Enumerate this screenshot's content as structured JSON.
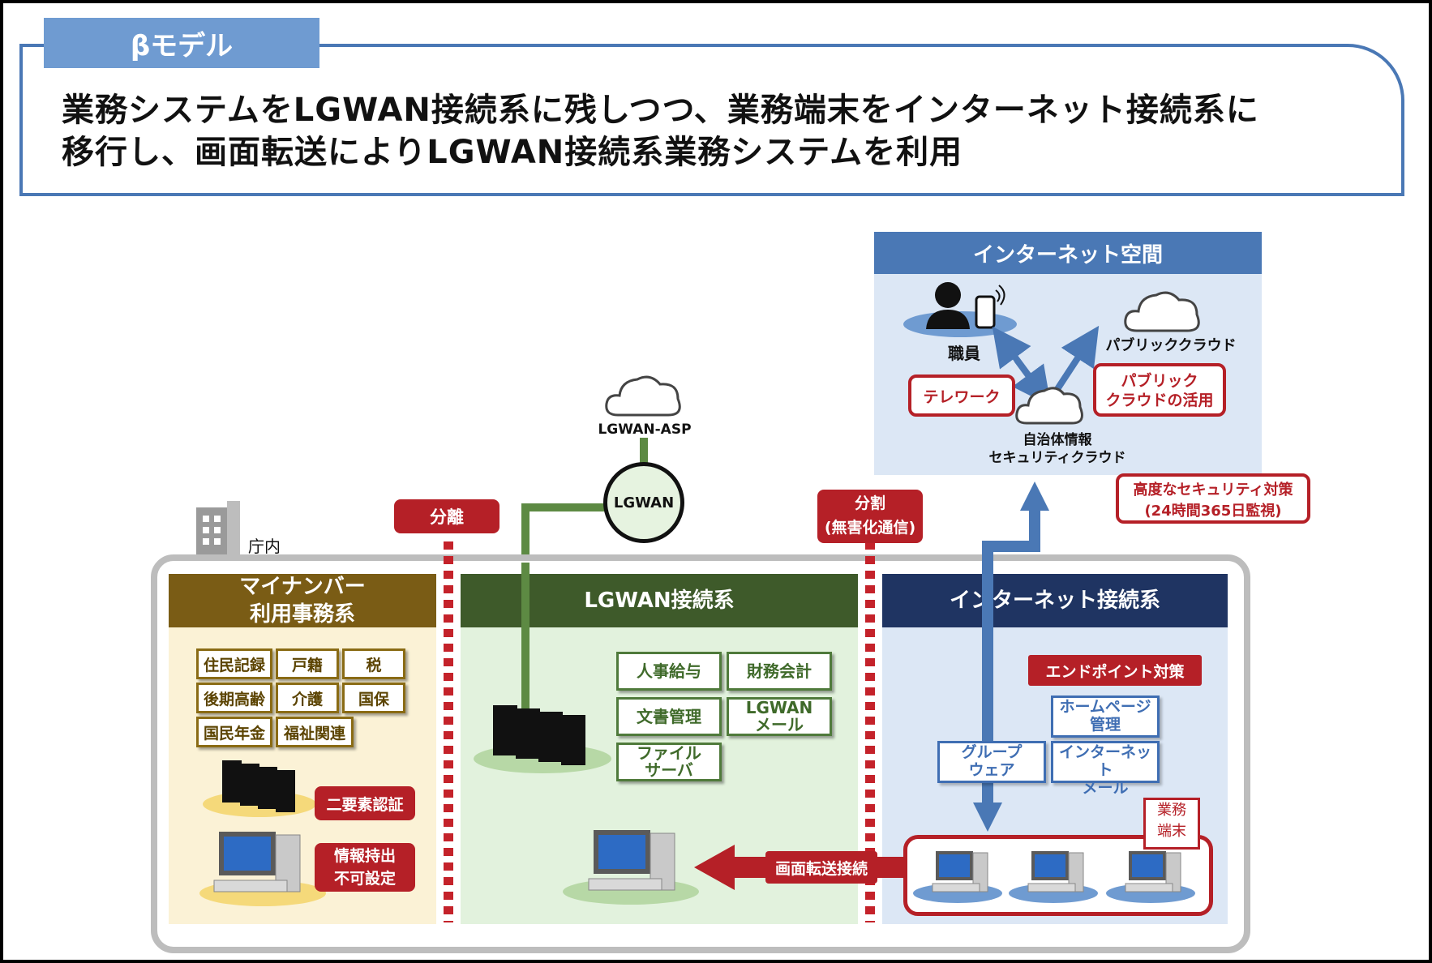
{
  "header": {
    "tag": "βモデル",
    "line1": "業務システムをLGWAN接続系に残しつつ、業務端末をインターネット接続系に",
    "line2": "移行し、画面転送によりLGWAN接続系業務システムを利用"
  },
  "internet_space": {
    "title": "インターネット空間",
    "staff": "職員",
    "public_cloud": "パブリッククラウド",
    "telework": "テレワーク",
    "public_cloud_use": [
      "パブリック",
      "クラウドの活用"
    ],
    "security_cloud": [
      "自治体情報",
      "セキュリティクラウド"
    ]
  },
  "advanced_security": [
    "高度なセキュリティ対策",
    "(24時間365日監視)"
  ],
  "lgwan_asp": "LGWAN-ASP",
  "lgwan_node": "LGWAN",
  "separation_label": "分離",
  "division_label": [
    "分割",
    "(無害化通信)"
  ],
  "office_label": "庁内",
  "mynumber": {
    "title": [
      "マイナンバー",
      "利用事務系"
    ],
    "items": [
      "住民記録",
      "戸籍",
      "税",
      "後期高齢",
      "介護",
      "国保",
      "国民年金",
      "福祉関連"
    ],
    "two_factor": "二要素認証",
    "no_takeout": [
      "情報持出",
      "不可設定"
    ]
  },
  "lgwan": {
    "title": "LGWAN接続系",
    "items": [
      "人事給与",
      "財務会計",
      "文書管理",
      [
        "LGWAN",
        "メール"
      ],
      [
        "ファイル",
        "サーバ"
      ]
    ],
    "screen_transfer": "画面転送接続"
  },
  "internet": {
    "title": "インターネット接続系",
    "endpoint": "エンドポイント対策",
    "homepage": [
      "ホームページ",
      "管理"
    ],
    "groupware": [
      "グループ",
      "ウェア"
    ],
    "internet_mail": [
      "インターネット",
      "メール"
    ],
    "business_terminal": [
      "業務",
      "端末"
    ]
  },
  "colors": {
    "header_blue": "#4a78b5",
    "mynumber_brown": "#7a5c15",
    "lgwan_green": "#3e5a2a",
    "internet_navy": "#1f3462",
    "accent_red": "#b52027"
  }
}
